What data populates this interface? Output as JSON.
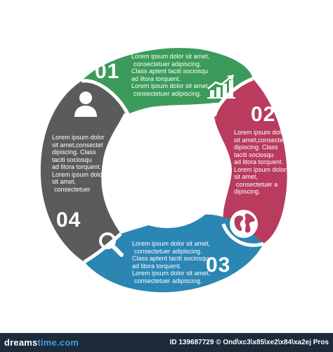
{
  "steps": [
    {
      "number": "01",
      "color": "#3c9b5a",
      "icon": "bar-chart-growth-icon",
      "lines": [
        "Lorem ipsum dolor sit amet,",
        "consectetuer adipiscing.",
        "Class aptent taciti sociosqu",
        "ad litora torquent.",
        "Lorem ipsum dolor sit amet,",
        "consectetuer adipiscing."
      ]
    },
    {
      "number": "02",
      "color": "#b93b5e",
      "icon": "globe-icon",
      "lines": [
        "Lorem ipsum dolor",
        "sit amet,consectet",
        "dipiscing. Class",
        "taciti sociosqu",
        "ad litora torquent.",
        "Lorem ipsum dolor",
        "sit amet,",
        "consectetuer a",
        "dipiscing."
      ]
    },
    {
      "number": "03",
      "color": "#2b86b4",
      "icon": "magnifier-icon",
      "lines": [
        "Lorem ipsum dolor sit amet,",
        "consectetuer adipiscing.",
        "Class aptent taciti sociosqu",
        "ad litora torquent.",
        "Lorem ipsum dolor sit amet,",
        "consectetuer adipiscing."
      ]
    },
    {
      "number": "04",
      "color": "#5a5b5d",
      "icon": "user-icon",
      "lines": [
        "Lorem ipsum dolor",
        "sit amet,consectet",
        "dipiscing. Class",
        "taciti sociosqu",
        "ad litora torquent.",
        "Lorem ipsum dolor",
        "sit amet,",
        "consectetuer"
      ]
    }
  ],
  "footer": {
    "brand_prefix": "dreams",
    "brand_suffix": "time.com",
    "credit": "ID 139687729 © Ond\\xc3\\x85\\xe2\\x84\\xa2ej Pros"
  }
}
